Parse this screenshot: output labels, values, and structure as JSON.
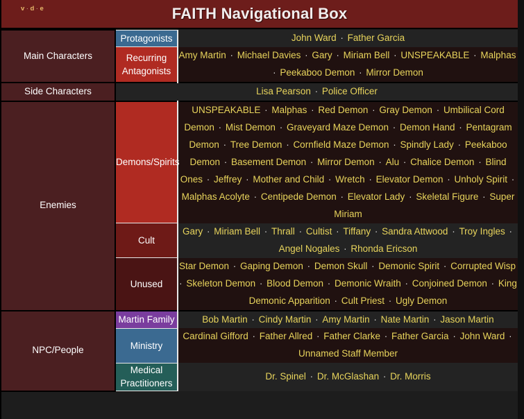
{
  "header": {
    "title": "FAITH Navigational Box",
    "vde": [
      "v",
      "d",
      "e"
    ],
    "vde_separator": "·"
  },
  "style": {
    "header_bg": "#6d1d1b",
    "group_bg": "#4b1f21",
    "link_color": "#e8d45c",
    "sub_blue": "#3b6a91",
    "sub_red": "#b02b22",
    "sub_darkred": "#4a1414",
    "sub_purple": "#7a3d9e",
    "sub_teal": "#245e58",
    "row_bg_dark": "#232323",
    "row_bg_maroon": "#201110"
  },
  "separator": "·",
  "groups": [
    {
      "label": "Main Characters",
      "subgroups": [
        {
          "label": "Protagonists",
          "color_key": "sub-blue",
          "items": [
            "John Ward",
            "Father Garcia"
          ]
        },
        {
          "label": "Recurring Antagonists",
          "color_key": "sub-red",
          "items": [
            "Amy Martin",
            "Michael Davies",
            "Gary",
            "Miriam Bell",
            "UNSPEAKABLE",
            "Malphas",
            "Peekaboo Demon",
            "Mirror Demon"
          ]
        }
      ]
    },
    {
      "label": "Side Characters",
      "subgroups": [
        {
          "label": "",
          "color_key": "",
          "items": [
            "Lisa Pearson",
            "Police Officer"
          ]
        }
      ]
    },
    {
      "label": "Enemies",
      "subgroups": [
        {
          "label": "Demons/Spirits",
          "color_key": "sub-red",
          "items": [
            "UNSPEAKABLE",
            "Malphas",
            "Red Demon",
            "Gray Demon",
            "Umbilical Cord Demon",
            "Mist Demon",
            "Graveyard Maze Demon",
            "Demon Hand",
            "Pentagram Demon",
            "Tree Demon",
            "Cornfield Maze Demon",
            "Spindly Lady",
            "Peekaboo Demon",
            "Basement Demon",
            "Mirror Demon",
            "Alu",
            "Chalice Demon",
            "Blind Ones",
            "Jeffrey",
            "Mother and Child",
            "Wretch",
            "Elevator Demon",
            "Unholy Spirit",
            "Malphas Acolyte",
            "Centipede Demon",
            "Elevator Lady",
            "Skeletal Figure",
            "Super Miriam"
          ]
        },
        {
          "label": "Cult",
          "color_key": "sub-red-dark",
          "items": [
            "Gary",
            "Miriam Bell",
            "Thrall",
            "Cultist",
            "Tiffany",
            "Sandra Attwood",
            "Troy Ingles",
            "Angel Nogales",
            "Rhonda Ericson"
          ]
        },
        {
          "label": "Unused",
          "color_key": "sub-dkred",
          "items": [
            "Star Demon",
            "Gaping Demon",
            "Demon Skull",
            "Demonic Spirit",
            "Corrupted Wisp",
            "Skeleton Demon",
            "Blood Demon",
            "Demonic Wraith",
            "Conjoined Demon",
            "King Demonic Apparition",
            "Cult Priest",
            "Ugly Demon"
          ]
        }
      ]
    },
    {
      "label": "NPC/People",
      "subgroups": [
        {
          "label": "Martin Family",
          "color_key": "sub-purple",
          "items": [
            "Bob Martin",
            "Cindy Martin",
            "Amy Martin",
            "Nate Martin",
            "Jason Martin"
          ]
        },
        {
          "label": "Ministry",
          "color_key": "sub-steel",
          "items": [
            "Cardinal Gifford",
            "Father Allred",
            "Father Clarke",
            "Father Garcia",
            "John Ward",
            "Unnamed Staff Member"
          ]
        },
        {
          "label": "Medical Practitioners",
          "color_key": "sub-teal",
          "items": [
            "Dr. Spinel",
            "Dr. McGlashan",
            "Dr. Morris"
          ]
        }
      ]
    }
  ]
}
